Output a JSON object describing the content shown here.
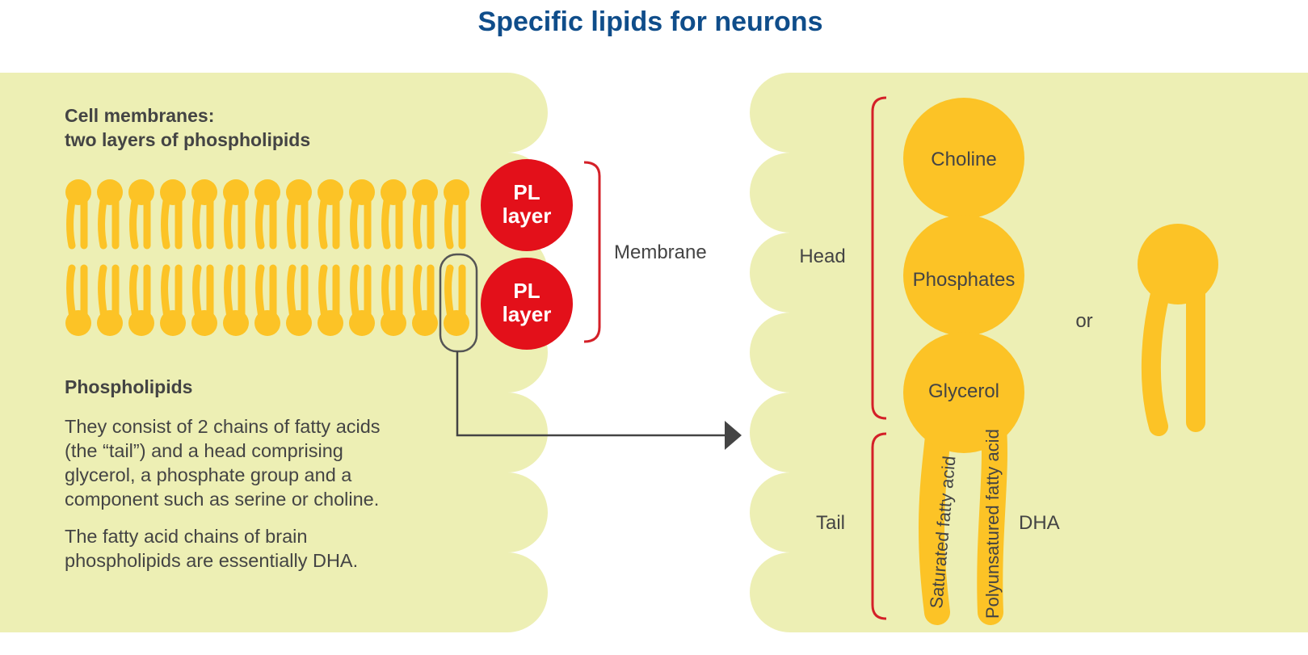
{
  "title": "Specific lipids for neurons",
  "left_panel": {
    "heading_line1": "Cell membranes:",
    "heading_line2": "two layers of phospholipids",
    "pl_layer_top": {
      "line1": "PL",
      "line2": "layer"
    },
    "pl_layer_bottom": {
      "line1": "PL",
      "line2": "layer"
    },
    "membrane_label": "Membrane",
    "phospholipids_heading": "Phospholipids",
    "paragraph1_lines": [
      "They consist of 2 chains of fatty acids",
      "(the “tail”) and a head comprising",
      "glycerol, a phosphate group and a",
      "component such as serine or choline."
    ],
    "paragraph2_lines": [
      "The fatty acid chains of brain",
      "phospholipids are essentially DHA."
    ]
  },
  "right_panel": {
    "head_label": "Head",
    "tail_label": "Tail",
    "choline": "Choline",
    "phosphates": "Phosphates",
    "glycerol": "Glycerol",
    "saturated_chain": "Saturated fatty acid",
    "polyunsaturated_chain": "Polyunsatured fatty acid",
    "dha_label": "DHA",
    "or_label": "or"
  },
  "colors": {
    "title": "#0f4d8a",
    "panel_background": "#edefb4",
    "lipid_yellow": "#fcc326",
    "pl_layer_red": "#e3101a",
    "bracket_red": "#d42028",
    "text_gray": "#444444"
  }
}
